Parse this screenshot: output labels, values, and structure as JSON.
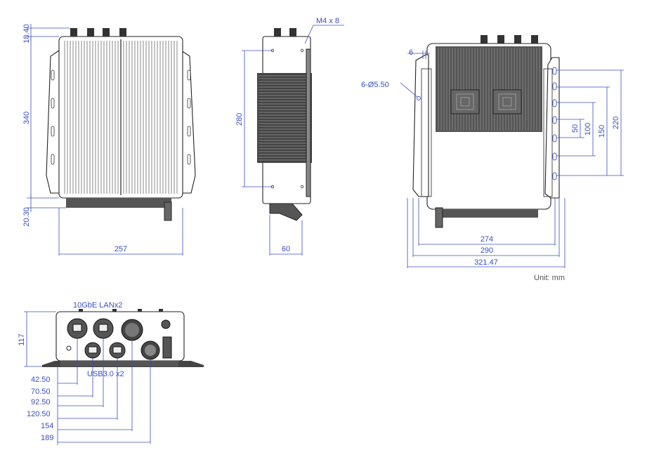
{
  "views": {
    "front": {
      "dim_top_connector": "18.40",
      "dim_height": "340",
      "dim_bottom_connector": "20.30",
      "dim_width": "257"
    },
    "side": {
      "dim_screw": "M4 x 8",
      "dim_height": "280",
      "dim_depth": "60"
    },
    "rear": {
      "dim_bracket": "6",
      "dim_holes": "6-Ø5.50",
      "dim_hole_50": "50",
      "dim_hole_100": "100",
      "dim_hole_150": "150",
      "dim_hole_220": "220",
      "dim_274": "274",
      "dim_290": "290",
      "dim_321": "321.47",
      "unit_note": "Unit: mm"
    },
    "io": {
      "lan_label": "10GbE LANx2",
      "usb_label": "USB3.0 x2",
      "dim_height": "117",
      "dim_42": "42.50",
      "dim_70": "70.50",
      "dim_92": "92.50",
      "dim_120": "120.50",
      "dim_154": "154",
      "dim_189": "189"
    }
  },
  "colors": {
    "dimension": "#3a4fc4",
    "outline": "#222222"
  }
}
